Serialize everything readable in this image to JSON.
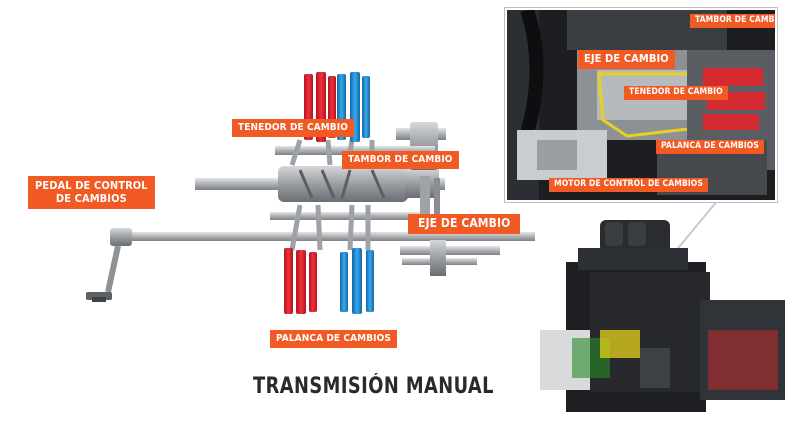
{
  "title": "TRANSMISIÓN MANUAL",
  "labels": {
    "tenedor": "TENEDOR DE CAMBIO",
    "tambor": "TAMBOR DE CAMBIO",
    "pedal": "PEDAL DE CONTROL\nDE CAMBIOS",
    "eje": "EJE DE CAMBIO",
    "palanca": "PALANCA DE CAMBIOS"
  },
  "inset_labels": {
    "tambor": "TAMBOR DE CAMBIO",
    "eje": "EJE DE CAMBIO",
    "tenedor": "TENEDOR DE CAMBIO",
    "palanca": "PALANCA DE CAMBIOS",
    "motor": "MOTOR DE CONTROL DE CAMBIOS"
  },
  "colors": {
    "accent": "#f15a22",
    "fork_red": "#e8212e",
    "fork_blue": "#1e8fd6",
    "metal": "#b5b8bb",
    "highlight": "#e6d21c"
  }
}
